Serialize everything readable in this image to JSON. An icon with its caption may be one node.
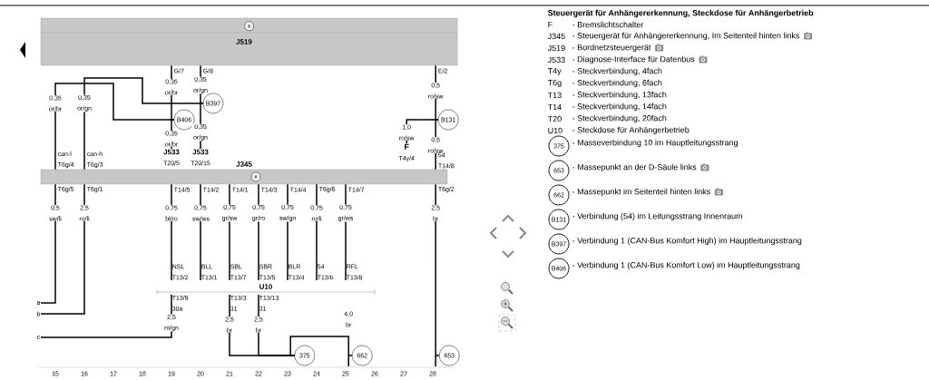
{
  "diagram": {
    "title": "Steuergerät für Anhängererkennung, Steckdose für Anhängerbetrieb",
    "nodes": [
      {
        "text": [
          "J519"
        ]
      },
      {
        "text": [
          "x"
        ],
        "in": 0
      },
      {
        "text": [
          "J345"
        ]
      },
      {
        "text": [
          "x"
        ],
        "in": 2
      },
      {
        "text": [
          "B406"
        ]
      },
      {
        "text": [
          "B397"
        ]
      },
      {
        "text": [
          "B131"
        ]
      },
      {
        "text": [
          "J533",
          "T20/5"
        ]
      },
      {
        "text": [
          "J533",
          "T20/15"
        ]
      },
      {
        "text": [
          "F",
          "T4y/4"
        ]
      },
      {
        "text": [
          "a"
        ]
      },
      {
        "text": [
          "b"
        ]
      },
      {
        "text": [
          "c"
        ]
      },
      {
        "text": [
          "NSL T13/2"
        ]
      },
      {
        "text": [
          "BLL T13/1"
        ]
      },
      {
        "text": [
          "SBL T13/7"
        ]
      },
      {
        "text": [
          "SBR T13/5"
        ]
      },
      {
        "text": [
          "BLR T13/4"
        ]
      },
      {
        "text": [
          "54 T13/6"
        ]
      },
      {
        "text": [
          "RFL T13/8"
        ]
      },
      {
        "text": [
          "T13/9 30a"
        ]
      },
      {
        "text": [
          "T13/3 31"
        ]
      },
      {
        "text": [
          "T13/13 31"
        ]
      },
      {
        "text": [
          "375"
        ]
      },
      {
        "text": [
          "662"
        ]
      },
      {
        "text": [
          "653"
        ]
      },
      {
        "text": [
          "375"
        ]
      },
      {
        "text": [
          "653"
        ]
      },
      {
        "text": [
          "662"
        ]
      },
      {
        "text": [
          "B131"
        ]
      },
      {
        "text": [
          "B397"
        ]
      },
      {
        "text": [
          "B406"
        ]
      }
    ],
    "edges": [
      {
        "from": 0,
        "to": 4,
        "arrow": "none",
        "label": "0,35 or/br"
      },
      {
        "from": 4,
        "to": 7,
        "arrow": "none",
        "label": "0,35 or/br"
      },
      {
        "from": 0,
        "to": 5,
        "arrow": "none",
        "label": "0,35 or/gn"
      },
      {
        "from": 5,
        "to": 8,
        "arrow": "none",
        "label": "0,35 or/gn"
      },
      {
        "from": 2,
        "to": 4,
        "arrow": "none",
        "label": "0,35 or/br"
      },
      {
        "from": 2,
        "to": 5,
        "arrow": "none",
        "label": "0,35 or/gn"
      },
      {
        "from": 0,
        "to": 6,
        "arrow": "none",
        "label": "0,5 ro/sw"
      },
      {
        "from": 6,
        "to": 2,
        "arrow": "none",
        "label": "0,5 ro/sw"
      },
      {
        "from": 6,
        "to": 9,
        "arrow": "none",
        "label": "1,0 ro/sw"
      },
      {
        "from": 2,
        "to": 10,
        "arrow": "none",
        "label": "0,5 sw/li"
      },
      {
        "from": 2,
        "to": 11,
        "arrow": "none",
        "label": "2,5 ro/li"
      },
      {
        "from": 2,
        "to": 13,
        "arrow": "none",
        "label": "0,75 bl/ro"
      },
      {
        "from": 2,
        "to": 14,
        "arrow": "none",
        "label": "0,75 sw/ws"
      },
      {
        "from": 2,
        "to": 15,
        "arrow": "none",
        "label": "0,75 gr/sw"
      },
      {
        "from": 2,
        "to": 16,
        "arrow": "none",
        "label": "0,75 gr/ro"
      },
      {
        "from": 2,
        "to": 17,
        "arrow": "none",
        "label": "0,75 sw/gn"
      },
      {
        "from": 2,
        "to": 18,
        "arrow": "none",
        "label": "0,75 ro/li"
      },
      {
        "from": 2,
        "to": 19,
        "arrow": "none",
        "label": "0,75 gr/ws"
      },
      {
        "from": 20,
        "to": 12,
        "arrow": "none",
        "label": "2,5 ro/gn"
      },
      {
        "from": 21,
        "to": 23,
        "arrow": "none",
        "label": "2,5 br"
      },
      {
        "from": 22,
        "to": 23,
        "arrow": "none",
        "label": "2,5 br"
      },
      {
        "from": 23,
        "to": 24,
        "arrow": "none",
        "label": "4,0 br"
      },
      {
        "from": 2,
        "to": 25,
        "arrow": "none",
        "label": "2,5 br"
      }
    ],
    "labels": [
      "G/7",
      "G/8",
      "E/2",
      "can-l T6g/4",
      "can-h T6g/3",
      "54 T14/8",
      "T6g/5",
      "T6g/1",
      "T14/5",
      "T14/2",
      "T14/1",
      "T14/3",
      "T14/4",
      "T6g/6",
      "T14/7",
      "T6g/2",
      "U10",
      "15",
      "16",
      "17",
      "18",
      "19",
      "20",
      "21",
      "22",
      "23",
      "24",
      "25",
      "26",
      "27",
      "28",
      "F",
      "- Bremslichtschalter",
      "J345",
      "- Steuergerät für Anhängererkennung, Im Seitenteil hinten links",
      "J519",
      "- Bordnetzsteuergerät",
      "J533",
      "- Diagnose-Interface für Datenbus",
      "T4y",
      "- Steckverbindung, 4fach",
      "T6g",
      "- Steckverbindung, 6fach",
      "T13",
      "- Steckverbindung, 13fach",
      "T14",
      "- Steckverbindung, 14fach",
      "T20",
      "- Steckverbindung, 20fach",
      "U10",
      "- Steckdose für Anhängerbetrieb",
      "- Masseverbindung 10 im Hauptleitungsstrang",
      "- Massepunkt an der D-Säule links",
      "- Massepunkt im Seitenteil hinten links",
      "- Verbindung (54) im Leitungsstrang Innenraum",
      "- Verbindung 1 (CAN-Bus Komfort High) im Hauptleitungsstrang",
      "- Verbindung 1 (CAN-Bus Komfort Low) im Hauptleitungsstrang"
    ]
  }
}
